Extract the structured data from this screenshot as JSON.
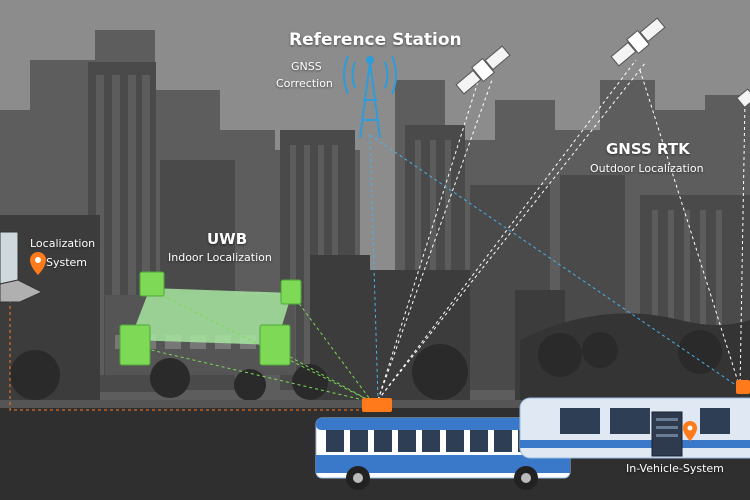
{
  "labels": {
    "reference_station": "Reference Station",
    "gnss_line1": "GNSS",
    "gnss_line2": "Correction",
    "gnss_rtk": "GNSS RTK",
    "outdoor_localization": "Outdoor Localization",
    "uwb": "UWB",
    "indoor_localization": "Indoor Localization",
    "localization_line1": "Localization",
    "localization_line2": "System",
    "in_vehicle_system": "In-Vehicle-System"
  },
  "colors": {
    "sky": "#8c8c8c",
    "far_buildings": "#5a5a5a",
    "near_buildings": "#3b3b3b",
    "road": "#2f2f2f",
    "tower": "#2d9cdb",
    "uwb_anchor": "#7ed957",
    "uwb_zone": "#a8e6a1",
    "pin": "#ff7a1a",
    "bus_blue": "#3a78c9",
    "signal_line": "#ffffff",
    "correction_line": "#4ab0e8"
  },
  "icons": {
    "tower": "radio-tower-icon",
    "satellite": "satellite-icon",
    "laptop": "laptop-icon",
    "pin": "location-pin-icon",
    "anchor": "uwb-anchor-icon",
    "receiver": "gnss-receiver-icon",
    "onboard": "onboard-computer-icon"
  }
}
